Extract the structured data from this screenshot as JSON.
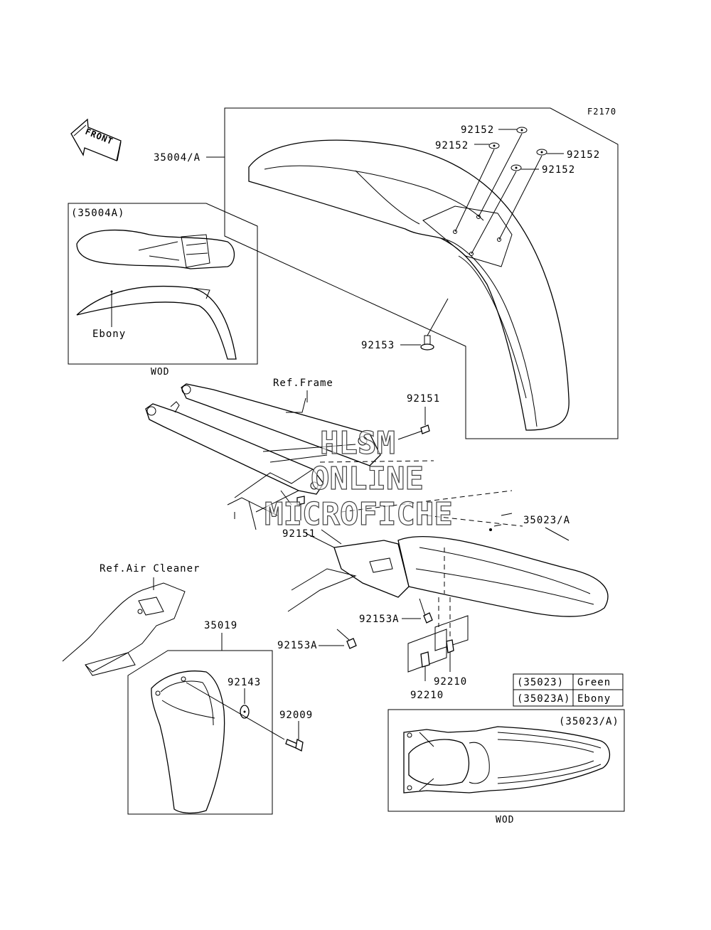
{
  "figure_code": "F2170",
  "front_arrow_label": "FRONT",
  "watermark": {
    "line1": "HLSM",
    "line2": "ONLINE",
    "line3": "MICROFICHE"
  },
  "labels": {
    "p35004a": "35004/A",
    "p92152_1": "92152",
    "p92152_2": "92152",
    "p92152_3": "92152",
    "p92152_4": "92152",
    "p92153": "92153",
    "ref_frame": "Ref.Frame",
    "p92151_1": "92151",
    "p92151_2": "92151",
    "p35023a": "35023/A",
    "ref_air_cleaner": "Ref.Air Cleaner",
    "p35019": "35019",
    "p92153a_1": "92153A",
    "p92153a_2": "92153A",
    "p92143": "92143",
    "p92009": "92009",
    "p92210_1": "92210",
    "p92210_2": "92210"
  },
  "inset_front": {
    "title": "(35004A)",
    "callout": "Ebony",
    "caption": "WOD"
  },
  "inset_rear": {
    "title": "(35023/A)",
    "caption": "WOD"
  },
  "color_table": [
    {
      "part": "(35023)",
      "color": "Green"
    },
    {
      "part": "(35023A)",
      "color": "Ebony"
    }
  ]
}
